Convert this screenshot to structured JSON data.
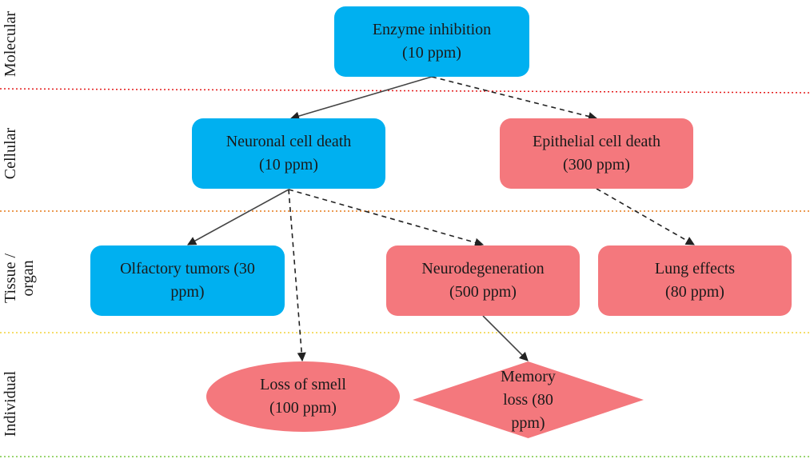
{
  "levels": {
    "molecular": "Molecular",
    "cellular": "Cellular",
    "tissue_organ": "Tissue /\norgan",
    "individual": "Individual"
  },
  "nodes": {
    "enzyme_inhibition": "Enzyme inhibition\n(10 ppm)",
    "neuronal_cell_death": "Neuronal cell death\n(10 ppm)",
    "epithelial_cell_death": "Epithelial cell death\n(300 ppm)",
    "olfactory_tumors": "Olfactory tumors (30\nppm)",
    "neurodegeneration": "Neurodegeneration\n(500 ppm)",
    "lung_effects": "Lung effects\n(80 ppm)",
    "loss_of_smell": "Loss of smell\n(100 ppm)",
    "memory_loss": "Memory\nloss (80\nppm)"
  },
  "colors": {
    "blue": "#00b0f0",
    "pink": "#f4787d",
    "molecular_divider": "#e41b1b",
    "cellular_divider": "#e57a1a",
    "tissue_divider": "#f2d33a",
    "individual_divider": "#7ac943"
  }
}
